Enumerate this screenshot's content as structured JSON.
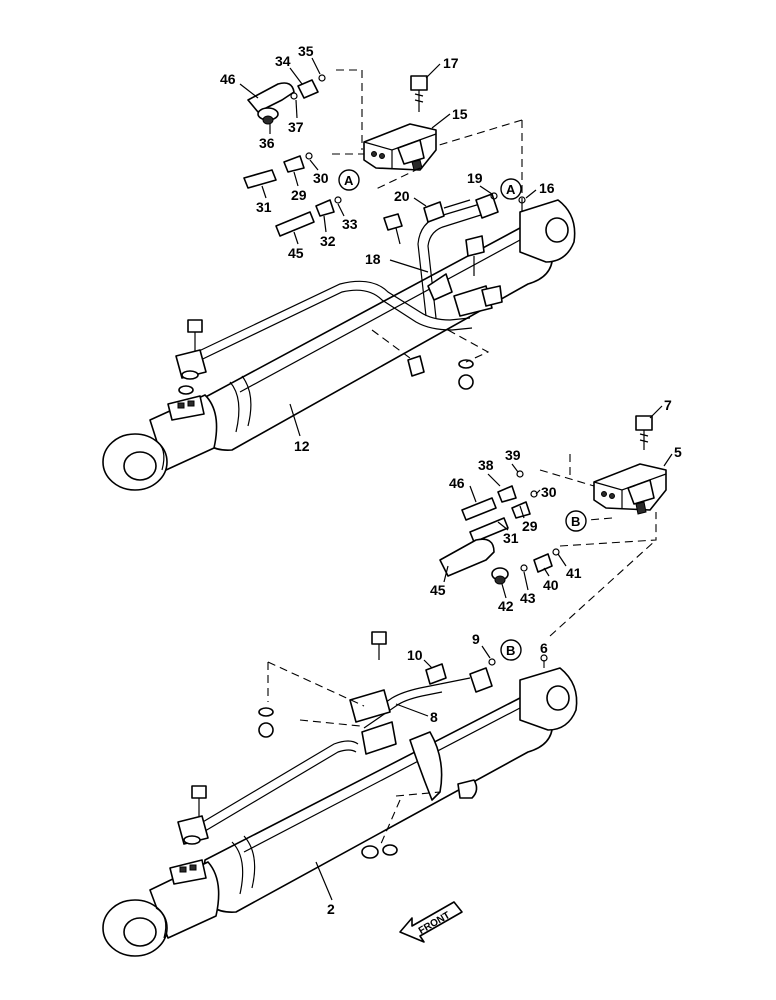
{
  "callouts": {
    "a1": "A",
    "a2": "A",
    "b1": "B",
    "b2": "B"
  },
  "front_arrow": "FRONT",
  "upper": {
    "p46": "46",
    "p34": "34",
    "p35": "35",
    "p17": "17",
    "p15": "15",
    "p36": "36",
    "p37": "37",
    "p29": "29",
    "p30": "30",
    "p31": "31",
    "p33": "33",
    "p32": "32",
    "p45": "45",
    "p20": "20",
    "p19": "19",
    "p16": "16",
    "p18": "18",
    "p12": "12"
  },
  "lower": {
    "p7": "7",
    "p5": "5",
    "p39": "39",
    "p38": "38",
    "p46": "46",
    "p30": "30",
    "p29": "29",
    "p31": "31",
    "p40": "40",
    "p41": "41",
    "p45": "45",
    "p42": "42",
    "p43": "43",
    "p10": "10",
    "p9": "9",
    "p6": "6",
    "p8": "8",
    "p2": "2"
  }
}
